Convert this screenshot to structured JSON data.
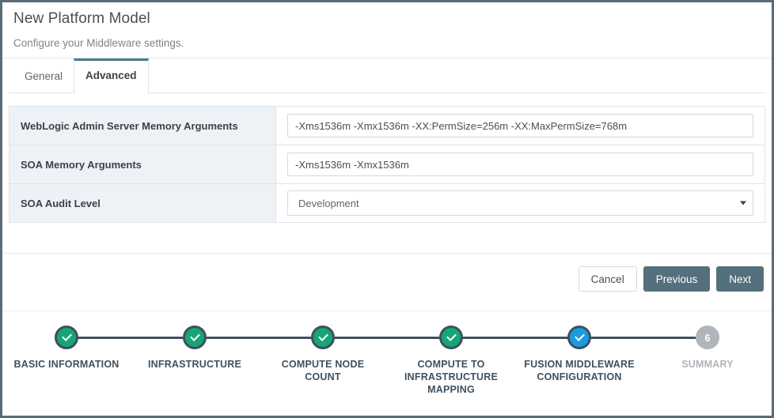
{
  "header": {
    "title": "New Platform Model",
    "subtitle": "Configure your Middleware settings."
  },
  "tabs": [
    {
      "label": "General",
      "active": false
    },
    {
      "label": "Advanced",
      "active": true
    }
  ],
  "form": {
    "rows": [
      {
        "label": "WebLogic Admin Server Memory Arguments",
        "type": "text",
        "value": "-Xms1536m -Xmx1536m -XX:PermSize=256m -XX:MaxPermSize=768m"
      },
      {
        "label": "SOA Memory Arguments",
        "type": "text",
        "value": "-Xms1536m -Xmx1536m"
      },
      {
        "label": "SOA Audit Level",
        "type": "select",
        "value": "Development"
      }
    ]
  },
  "footer": {
    "cancel_label": "Cancel",
    "previous_label": "Previous",
    "next_label": "Next"
  },
  "stepper": {
    "steps": [
      {
        "label": "BASIC INFORMATION",
        "state": "done",
        "marker": "check"
      },
      {
        "label": "INFRASTRUCTURE",
        "state": "done",
        "marker": "check"
      },
      {
        "label": "COMPUTE NODE COUNT",
        "state": "done",
        "marker": "check"
      },
      {
        "label": "COMPUTE TO INFRASTRUCTURE MAPPING",
        "state": "done",
        "marker": "check"
      },
      {
        "label": "FUSION MIDDLEWARE CONFIGURATION",
        "state": "current",
        "marker": "check"
      },
      {
        "label": "SUMMARY",
        "state": "todo",
        "marker": "6"
      }
    ]
  },
  "colors": {
    "accent_tab": "#4a7b8e",
    "button_primary": "#54707c",
    "step_done": "#16a574",
    "step_current": "#1b9be0",
    "step_todo": "#b0b5bc",
    "step_ring": "#3e5060",
    "label_cell_bg": "#edf2f7",
    "page_border": "#5a6b77"
  }
}
